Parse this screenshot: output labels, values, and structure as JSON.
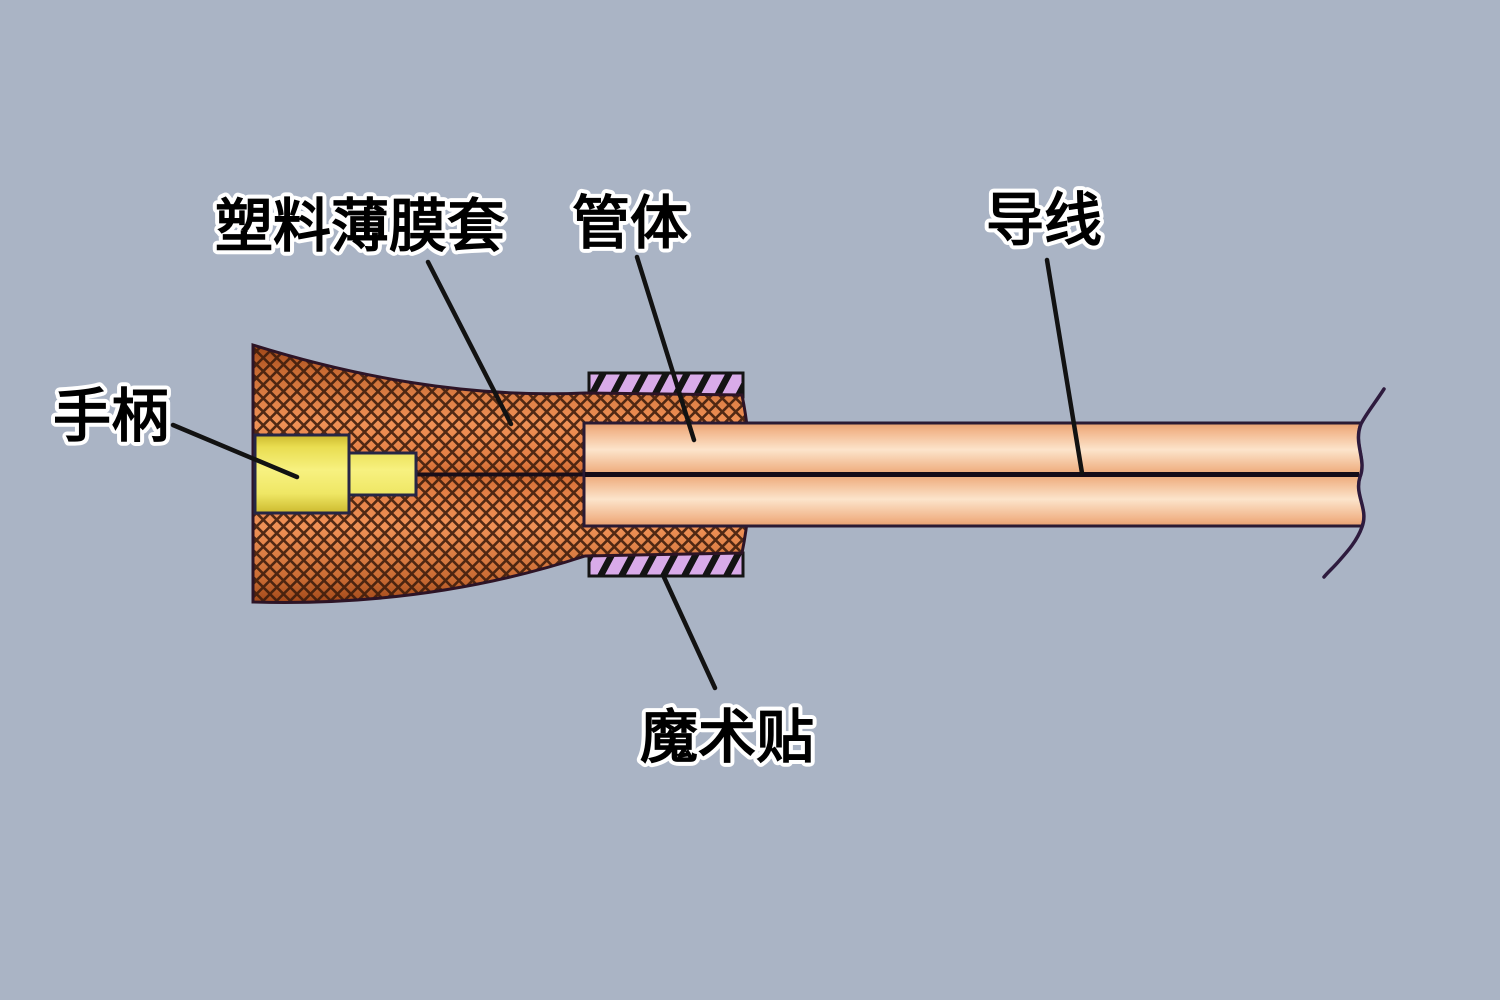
{
  "diagram": {
    "background_color": "#AAB4C5",
    "labels": {
      "plastic_film_sleeve": "塑料薄膜套",
      "tube_body": "管体",
      "wire": "导线",
      "handle": "手柄",
      "velcro": "魔术贴"
    },
    "colors": {
      "sleeve_orange": "#E8873F",
      "sleeve_hatch": "#3C1B0B",
      "handle_yellow": "#F3EC6E",
      "velcro_purple": "#D9ABE9",
      "tube_peach": "#FBDCBE",
      "outline_dark": "#2A1A30",
      "label_fill": "#000000",
      "label_outline": "#FFFFFF",
      "leader_line": "#121212"
    }
  }
}
